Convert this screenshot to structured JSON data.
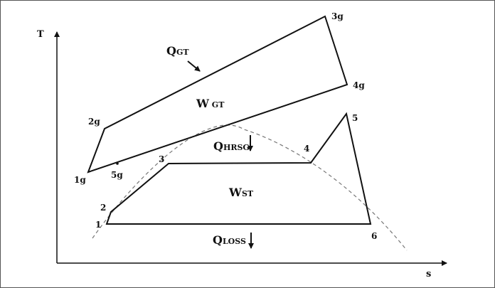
{
  "axes": {
    "y_label": "T",
    "x_label": "s"
  },
  "points": {
    "p1g": "1g",
    "p2g": "2g",
    "p3g": "3g",
    "p4g": "4g",
    "p5g": "5g",
    "p1": "1",
    "p2": "2",
    "p3": "3",
    "p4": "4",
    "p5": "5",
    "p6": "6"
  },
  "labels": {
    "q_gt_main": "Q",
    "q_gt_sub": "GT",
    "w_gt_main": "W",
    "w_gt_sub": " GT",
    "q_hrsg_main": "Q",
    "q_hrsg_sub": "HRSG",
    "w_st_main": "W",
    "w_st_sub": "ST",
    "q_loss_main": "Q",
    "q_loss_sub": "LOSS"
  },
  "colors": {
    "line": "#111111",
    "dome": "#777777",
    "frame": "#555555"
  }
}
